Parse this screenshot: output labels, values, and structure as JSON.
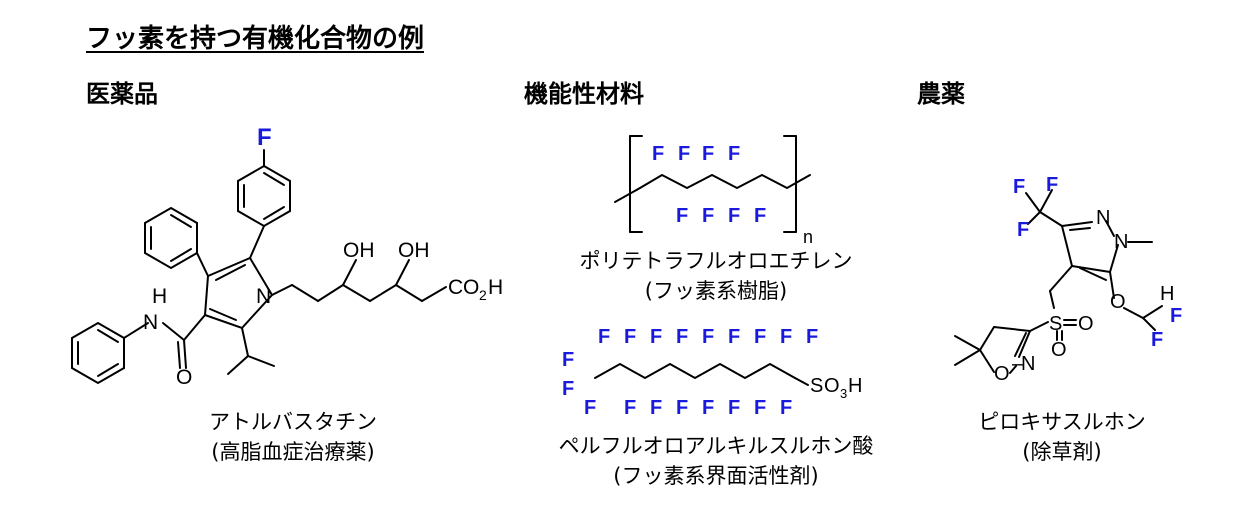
{
  "title": "フッ素を持つ有機化合物の例",
  "categories": {
    "pharma": "医薬品",
    "materials": "機能性材料",
    "agro": "農薬"
  },
  "compounds": {
    "atorvastatin": {
      "name": "アトルバスタチン",
      "use": "(高脂血症治療薬)"
    },
    "ptfe": {
      "name": "ポリテトラフルオロエチレン",
      "use": "(フッ素系樹脂)"
    },
    "pfos": {
      "name": "ペルフルオロアルキルスルホン酸",
      "use": "(フッ素系界面活性剤)"
    },
    "pyroxasulfone": {
      "name": "ピロキサスルホン",
      "use": "(除草剤)"
    }
  },
  "atom_labels": {
    "fluorine": "F",
    "nitrogen": "N",
    "oxygen": "O",
    "hydrogen": "H",
    "hydroxyl": "OH",
    "amine_h": "H",
    "polymer_n": "n",
    "sulfur": "S"
  },
  "colors": {
    "fluorine": "#1a1adc",
    "text": "#000000"
  }
}
